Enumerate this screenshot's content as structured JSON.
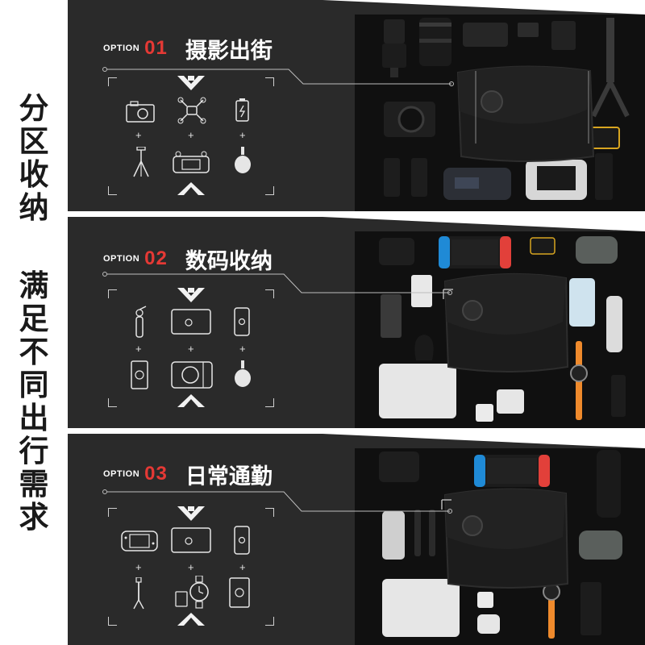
{
  "side_heading": {
    "line1": "分区收纳",
    "line2": "满足不同出行需求"
  },
  "panels": [
    {
      "option_label": "OPTION",
      "option_number": "01",
      "title": "摄影出街",
      "icons": [
        "camera-icon",
        "drone-icon",
        "battery-icon",
        "tripod-icon",
        "remote-controller-icon",
        "air-blower-icon"
      ]
    },
    {
      "option_label": "OPTION",
      "option_number": "02",
      "title": "数码收纳",
      "icons": [
        "gimbal-icon",
        "tablet-icon",
        "phone-icon",
        "power-bank-icon",
        "projector-icon",
        "air-blower-icon"
      ]
    },
    {
      "option_label": "OPTION",
      "option_number": "03",
      "title": "日常通勤",
      "icons": [
        "game-console-icon",
        "tablet-icon",
        "phone-icon",
        "selfie-stick-icon",
        "memory-card-and-watch-icon",
        "power-bank-icon"
      ]
    }
  ],
  "colors": {
    "panel_bg": "#2a2a2a",
    "accent_red": "#e53935",
    "text_white": "#ffffff",
    "heading_dark": "#1a1a1a"
  }
}
